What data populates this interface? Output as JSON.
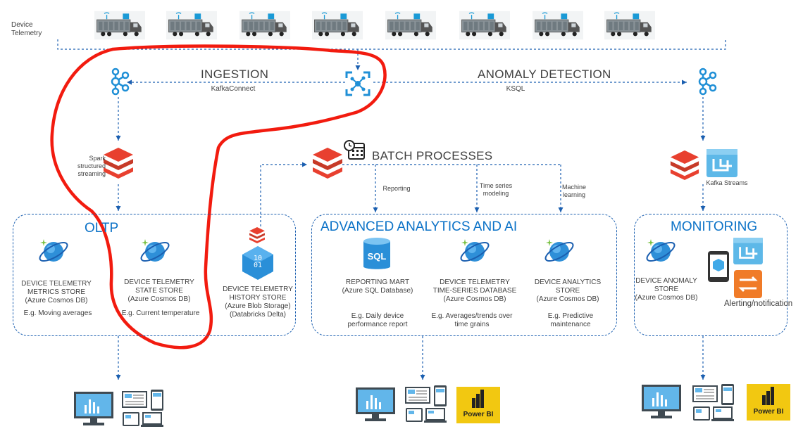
{
  "source": {
    "label": "Device\nTelemetry",
    "truck_count": 8
  },
  "stages": {
    "ingestion": {
      "title": "INGESTION",
      "sub": "KafkaConnect"
    },
    "anomaly": {
      "title": "ANOMALY DETECTION",
      "sub": "KSQL"
    },
    "batch": {
      "title": "BATCH PROCESSES"
    }
  },
  "edges": {
    "spark": "Spark\nstructured\nstreaming",
    "reporting": "Reporting",
    "time_series": "Time series\nmodeling",
    "ml": "Machine\nlearning",
    "kafka_streams": "Kafka Streams"
  },
  "groups": {
    "oltp": {
      "title": "OLTP",
      "metrics_store": {
        "name": "DEVICE TELEMETRY\nMETRICS STORE\n(Azure Cosmos DB)",
        "example": "E.g. Moving averages"
      },
      "state_store": {
        "name": "DEVICE TELEMETRY\nSTATE STORE\n(Azure Cosmos DB)",
        "example": "E.g. Current temperature"
      }
    },
    "history_store": {
      "name": "DEVICE TELEMETRY\nHISTORY STORE\n(Azure Blob Storage)\n(Databricks Delta)",
      "icon_text": "10\n01"
    },
    "analytics": {
      "title": "ADVANCED ANALYTICS AND AI",
      "reporting_mart": {
        "name": "REPORTING MART\n(Azure SQL Database)",
        "example": "E.g. Daily device\nperformance report",
        "icon_text": "SQL"
      },
      "ts_db": {
        "name": "DEVICE TELEMETRY\nTIME-SERIES DATABASE\n(Azure Cosmos DB)",
        "example": "E.g. Averages/trends over\ntime grains"
      },
      "analytics_store": {
        "name": "DEVICE ANALYTICS STORE\n(Azure Cosmos DB)",
        "example": "E.g. Predictive\nmaintenance"
      }
    },
    "monitoring": {
      "title": "MONITORING",
      "anomaly_store": {
        "name": "DEVICE ANOMALY\nSTORE\n(Azure Cosmos DB)"
      },
      "alerting": "Alerting/notification"
    }
  },
  "consumers": {
    "powerbi_label": "Power BI"
  },
  "colors": {
    "accent_blue": "#1b5fb0",
    "title_blue": "#0b72c7",
    "databricks_red": "#e8402f",
    "highlight_red": "#f21b0f",
    "powerbi_yellow": "#f2c811",
    "kafka_blue": "#1f8fd6"
  }
}
